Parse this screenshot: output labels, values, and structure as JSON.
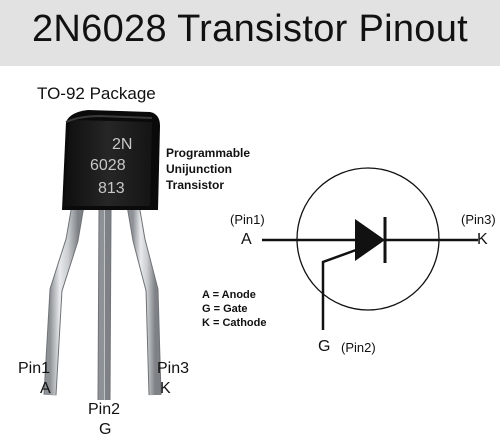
{
  "title": "2N6028 Transistor Pinout",
  "package_label": "TO-92 Package",
  "marking": [
    "2N",
    "6028",
    "813"
  ],
  "description": [
    "Programmable",
    "Unijunction",
    "Transistor"
  ],
  "pins": {
    "pin1": {
      "num": "Pin1",
      "letter": "A",
      "paren": "(Pin1)"
    },
    "pin2": {
      "num": "Pin2",
      "letter": "G",
      "paren": "(Pin2)"
    },
    "pin3": {
      "num": "Pin3",
      "letter": "K",
      "paren": "(Pin3)"
    }
  },
  "legend": [
    "A = Anode",
    "G = Gate",
    "K = Cathode"
  ],
  "colors": {
    "banner": "#e2e2e2",
    "body": "#1a1a1a",
    "marking": "#c8c8c8",
    "lead": "#bfc3c6"
  }
}
